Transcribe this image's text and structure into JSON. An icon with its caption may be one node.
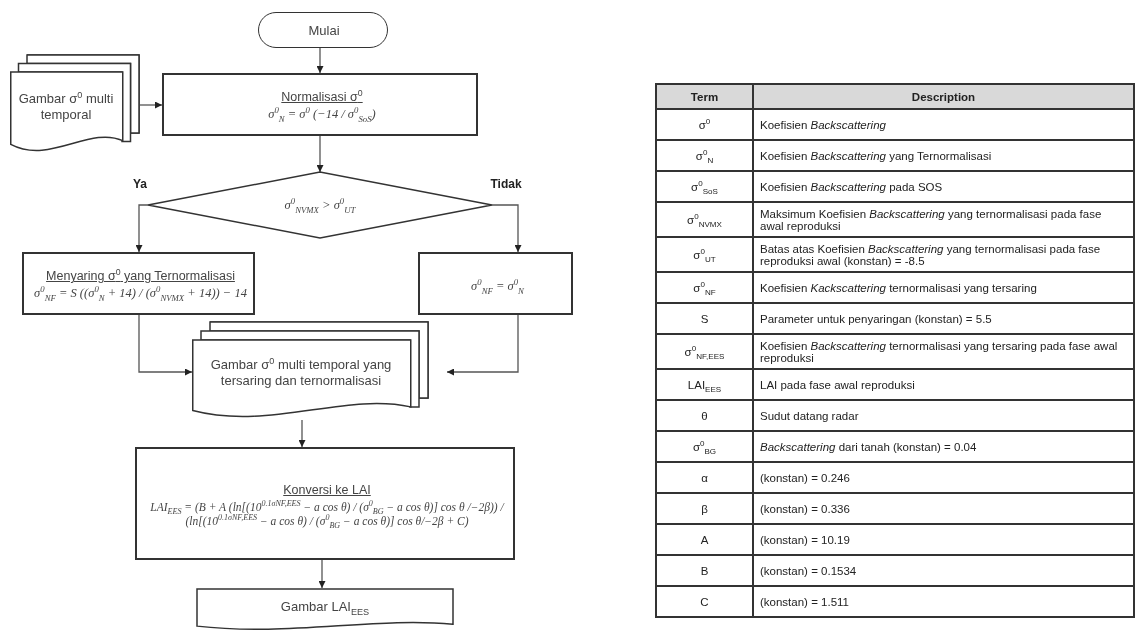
{
  "diagram": {
    "nodes": [
      {
        "text": [
          "Mulai"
        ]
      },
      {
        "text": [
          "Gambar σ$^{0}$ multi temporal"
        ]
      },
      {
        "text": [
          "Normalisasi σ$^{0}$",
          "σ$^{0}$$_{N}$ = σ$^{0}$ (−14 / σ$^{0}$$_{SoS}$)"
        ]
      },
      {
        "text": [
          "σ$^{0}$$_{NVMX}$ > σ$^{0}$$_{UT}$"
        ]
      },
      {
        "text": [
          "Menyaring σ$^{0}$ yang Ternormalisasi",
          "σ$^{0}$$_{NF}$ = S ((σ$^{0}$$_{N}$ + 14) / (σ$^{0}$$_{NVMX}$ + 14)) − 14"
        ]
      },
      {
        "text": [
          "σ$^{0}$$_{NF}$ = σ$^{0}$$_{N}$"
        ]
      },
      {
        "text": [
          "Gambar σ$^{0}$ multi temporal yang tersaring dan ternormalisasi"
        ]
      },
      {
        "text": [
          "Konversi ke LAI",
          "LAI$_{EES}$ = (B + A (ln[(10$^{0.1σNF,EES}$ − a cos θ) / (σ$^{0}$$_{BG}$ − a cos θ)] cos θ /−2β)) / (ln[(10$^{0.1σNF,EES}$ − a cos θ) / (σ$^{0}$$_{BG}$ − a cos θ)] cos θ/−2β + C)"
        ]
      },
      {
        "text": [
          "Gambar LAI$_{EES}$"
        ]
      }
    ],
    "edges": [
      {
        "from": 0,
        "to": 2,
        "arrow": "to"
      },
      {
        "from": 1,
        "to": 2,
        "arrow": "to"
      },
      {
        "from": 2,
        "to": 3,
        "arrow": "to"
      },
      {
        "from": 3,
        "to": 4,
        "arrow": "to",
        "label": "Ya"
      },
      {
        "from": 3,
        "to": 5,
        "arrow": "to",
        "label": "Tidak"
      },
      {
        "from": 4,
        "to": 6,
        "arrow": "to"
      },
      {
        "from": 5,
        "to": 6,
        "arrow": "to"
      },
      {
        "from": 6,
        "to": 7,
        "arrow": "to"
      },
      {
        "from": 7,
        "to": 8,
        "arrow": "to"
      }
    ],
    "labels": [
      "Term",
      "Description",
      "σ$^{0}$",
      "Koefisien *Backscattering*",
      "σ$^{0}$$_{N}$",
      "Koefisien *Backscattering* yang Ternormalisasi",
      "σ$^{0}$$_{SoS}$",
      "Koefisien *Backscattering* pada SOS",
      "σ$^{0}$$_{NVMX}$",
      "Maksimum Koefisien *Backscattering* yang ternormalisasi pada fase awal reproduksi",
      "σ$^{0}$$_{UT}$",
      "Batas atas Koefisien *Backscattering* yang ternormalisasi pada fase reproduksi awal (konstan) = -8.5",
      "σ$^{0}$$_{NF}$",
      "Koefisien *Kackscattering* ternormalisasi yang tersaring",
      "S",
      "Parameter untuk penyaringan (konstan) = 5.5",
      "σ$^{0}$$_{NF,EES}$",
      "Koefisien *Backscattering* ternormalisasi yang tersaring pada fase awal reproduksi",
      "LAI$_{EES}$",
      "LAI pada fase awal reproduksi",
      "θ",
      "Sudut datang radar",
      "σ$^{0}$$_{BG}$",
      "*Backscattering* dari tanah (konstan) = 0.04",
      "α",
      "(konstan) = 0.246",
      "β",
      "(konstan) = 0.336",
      "A",
      "(konstan) = 10.19",
      "B",
      "(konstan) = 0.1534",
      "C",
      "(konstan) = 1.511"
    ]
  }
}
